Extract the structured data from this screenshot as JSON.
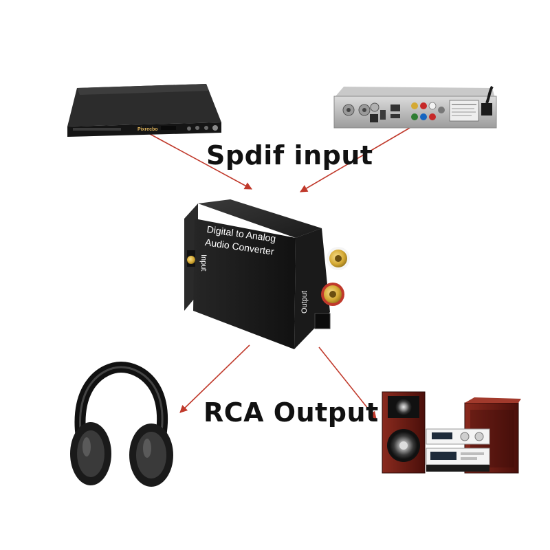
{
  "headings": {
    "input_title": "Spdif input",
    "output_title": "RCA Output"
  },
  "converter": {
    "line1": "Digital to Analog",
    "line2": "Audio Converter",
    "input_port": "Input",
    "output_port": "Output"
  },
  "dvd_player": {
    "brand": "Pixrecbo"
  },
  "colors": {
    "arrow": "#c0392b",
    "converter_body": "#1c1c1c",
    "rca_gold": "#d4a934",
    "rca_red": "#c0392b",
    "speaker_wood": "#7a1f16"
  },
  "icons": {
    "source_1": "dvd-player-icon",
    "source_2": "set-top-box-icon",
    "converter": "converter-box-icon",
    "sink_1": "headphones-icon",
    "sink_2": "speaker-system-icon"
  }
}
